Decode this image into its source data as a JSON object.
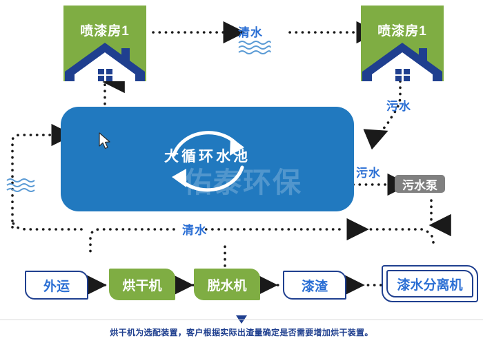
{
  "diagram": {
    "title_watermark": "佑泰环保",
    "colors": {
      "pool_blue": "#2179bf",
      "green": "#7fad43",
      "navy": "#1f3f8f",
      "link_blue": "#2b6fd4",
      "gray": "#808080"
    }
  },
  "nodes": {
    "spray_booth_left": "喷漆房1",
    "spray_booth_right": "喷漆房1",
    "pool": "大循环水池",
    "waste_pump": "污水泵",
    "separator": "漆水分离机",
    "paint_sludge": "漆渣",
    "dehydrator": "脱水机",
    "dryer": "烘干机",
    "outbound": "外运"
  },
  "flow_labels": {
    "clean_water_top": "清水",
    "waste_water_upper": "污水",
    "waste_water_lower": "污水",
    "clean_water_middle": "清水"
  },
  "icons": {
    "wave_top": "water-wave-icon",
    "wave_left": "water-wave-icon",
    "cycle": "recycle-arrows-icon",
    "house": "house-icon",
    "cursor": "mouse-cursor"
  },
  "note": "烘干机为选配装置，客户根据实际出渣量确定是否需要增加烘干装置。"
}
